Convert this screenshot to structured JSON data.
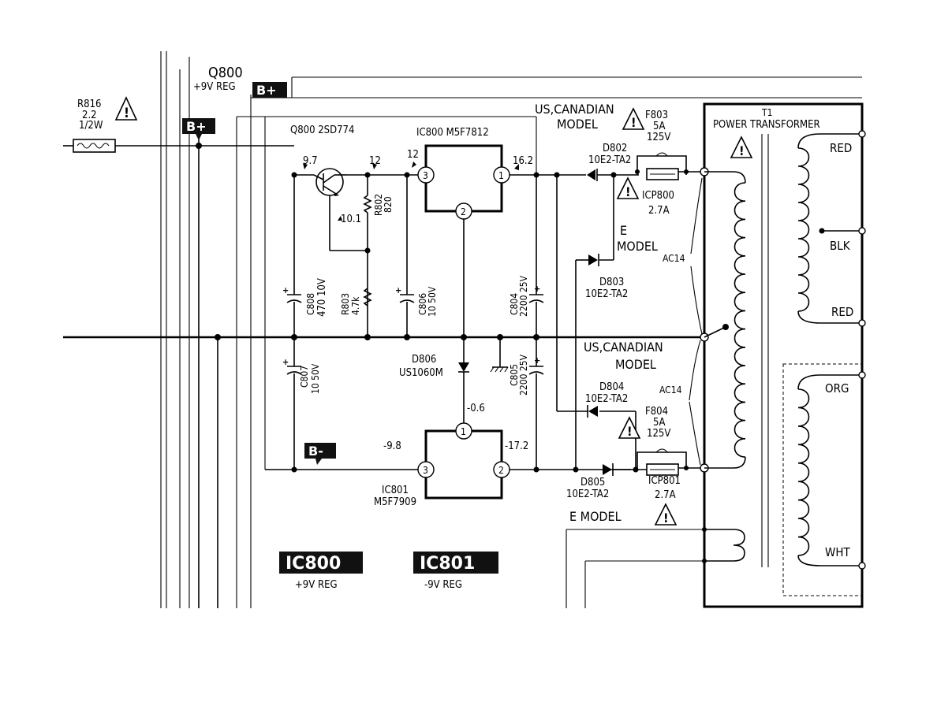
{
  "labels": {
    "q800_header": "Q800",
    "reg_9v_top": "+9V REG",
    "bplus_top": "B+",
    "bplus_left": "B+",
    "bminus": "B-",
    "r816": "R816",
    "r816_val": "2.2",
    "r816_watt": "1/2W",
    "q800": "Q800 2SD774",
    "ic800": "IC800 M5F7812",
    "ic801": "IC801",
    "ic801_part": "M5F7909",
    "r802": "R802",
    "r802_val": "820",
    "r803": "R803",
    "r803_val": "4.7k",
    "c808": "C808",
    "c808_val": "470 10V",
    "c806": "C806",
    "c806_val": "10 50V",
    "c804": "C804",
    "c804_val": "2200 25V",
    "c807": "C807",
    "c807_val": "10 50V",
    "c805": "C805",
    "c805_val": "2200 25V",
    "d806": "D806",
    "d806_val": "US1060M",
    "d802": "D802",
    "d802_val": "10E2-TA2",
    "d803": "D803",
    "d803_val": "10E2-TA2",
    "d804": "D804",
    "d804_val": "10E2-TA2",
    "d805": "D805",
    "d805_val": "10E2-TA2",
    "us_canadian_top": "US,CANADIAN",
    "model_top": "MODEL",
    "us_canadian_mid": "US,CANADIAN",
    "model_mid": "MODEL",
    "e_top": "E",
    "model_e_top": "MODEL",
    "e_model_bottom": "E MODEL",
    "f803": "F803",
    "f803_amp": "5A",
    "f803_volt": "125V",
    "f804": "F804",
    "f804_amp": "5A",
    "f804_volt": "125V",
    "icp800": "ICP800",
    "icp800_val": "2.7A",
    "icp801": "ICP801",
    "icp801_val": "2.7A",
    "ac14_top": "AC14",
    "ac14_bottom": "AC14",
    "t1": "T1",
    "power_transformer": "POWER TRANSFORMER",
    "red_top": "RED",
    "blk": "BLK",
    "red_bottom": "RED",
    "org": "ORG",
    "wht": "WHT",
    "v_9_7": "9.7",
    "v_12a": "12",
    "v_12b": "12",
    "v_16_2": "16.2",
    "v_10_1": "10.1",
    "v_neg0_6": "-0.6",
    "v_neg9_8": "-9.8",
    "v_neg17_2": "-17.2",
    "pin1": "1",
    "pin2": "2",
    "pin3": "3",
    "badge_ic800": "IC800",
    "badge_ic800_sub": "+9V REG",
    "badge_ic801": "IC801",
    "badge_ic801_sub": "-9V REG",
    "warn": "!"
  }
}
